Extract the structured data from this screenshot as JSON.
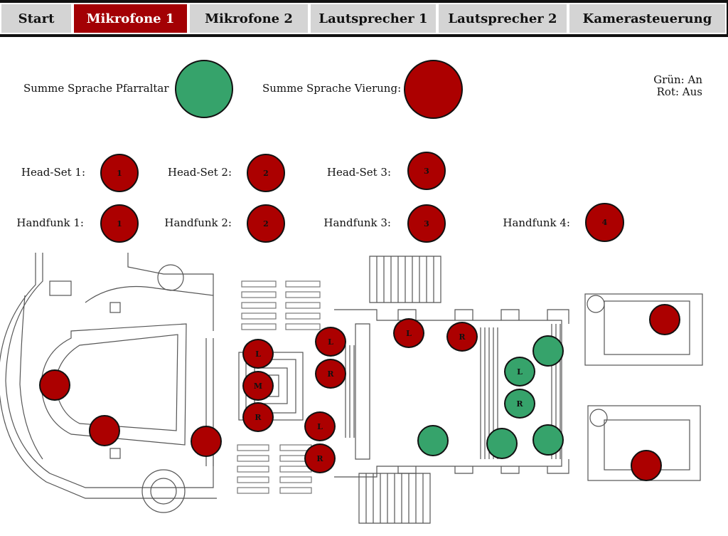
{
  "tabs": [
    {
      "label": "Start"
    },
    {
      "label": "Mikrofone 1"
    },
    {
      "label": "Mikrofone 2"
    },
    {
      "label": "Lautsprecher 1"
    },
    {
      "label": "Lautsprecher 2"
    },
    {
      "label": "Kamerasteuerung"
    }
  ],
  "colors": {
    "on": "#36a36b",
    "off": "#ac0000",
    "active_tab": "#a30004"
  },
  "summe": {
    "pfarraltar_label": "Summe Sprache Pfarraltar",
    "pfarraltar_state": "on",
    "vierung_label": "Summe Sprache Vierung:",
    "vierung_state": "off"
  },
  "legend": {
    "line1": "Grün: An",
    "line2": "Rot: Aus"
  },
  "headsets": [
    {
      "label": "Head-Set 1:",
      "number": "1",
      "state": "off"
    },
    {
      "label": "Head-Set 2:",
      "number": "2",
      "state": "off"
    },
    {
      "label": "Head-Set 3:",
      "number": "3",
      "state": "off"
    }
  ],
  "handfunk": [
    {
      "label": "Handfunk 1:",
      "number": "1",
      "state": "off"
    },
    {
      "label": "Handfunk 2:",
      "number": "2",
      "state": "off"
    },
    {
      "label": "Handfunk 3:",
      "number": "3",
      "state": "off"
    },
    {
      "label": "Handfunk 4:",
      "number": "4",
      "state": "off"
    }
  ],
  "plan_mics": {
    "m_l": "L",
    "m_m": "M",
    "m_r": "R",
    "a_l": "L",
    "a_r": "R",
    "b_l": "L",
    "b_r": "R",
    "c_l": "L",
    "c_r": "R",
    "d_l": "L",
    "d_r": "R"
  }
}
